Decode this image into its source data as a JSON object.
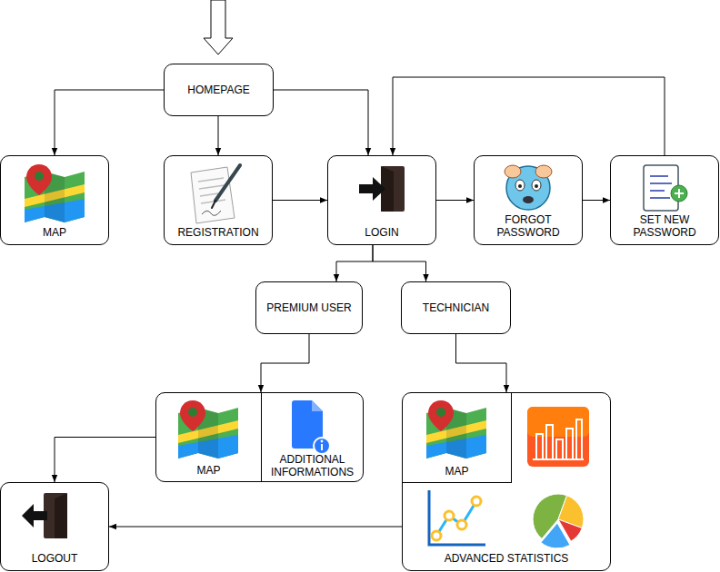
{
  "diagram": {
    "nodes": [
      {
        "text": [
          "HOMEPAGE"
        ]
      },
      {
        "text": [
          "MAP"
        ]
      },
      {
        "text": [
          "REGISTRATION"
        ]
      },
      {
        "text": [
          "LOGIN"
        ]
      },
      {
        "text": [
          "FORGOT PASSWORD"
        ]
      },
      {
        "text": [
          "SET NEW PASSWORD"
        ]
      },
      {
        "text": [
          "PREMIUM USER"
        ]
      },
      {
        "text": [
          "TECHNICIAN"
        ]
      },
      {
        "text": [
          "ADDITIONAL INFORMATIONS"
        ]
      },
      {
        "text": [
          "MAP"
        ],
        "in": 8
      },
      {
        "text": [
          "ADVANCED STATISTICS"
        ]
      },
      {
        "text": [
          "MAP"
        ],
        "in": 10
      },
      {
        "text": [
          "LOGOUT"
        ]
      }
    ],
    "edges": [
      {
        "from": 0,
        "to": 1,
        "arrow": "to"
      },
      {
        "from": 0,
        "to": 2,
        "arrow": "to"
      },
      {
        "from": 0,
        "to": 3,
        "arrow": "to"
      },
      {
        "from": 2,
        "to": 3,
        "arrow": "to"
      },
      {
        "from": 3,
        "to": 4,
        "arrow": "to"
      },
      {
        "from": 4,
        "to": 5,
        "arrow": "to"
      },
      {
        "from": 5,
        "to": 3,
        "arrow": "to"
      },
      {
        "from": 3,
        "to": 6,
        "arrow": "to"
      },
      {
        "from": 3,
        "to": 7,
        "arrow": "to"
      },
      {
        "from": 6,
        "to": 8,
        "arrow": "to"
      },
      {
        "from": 7,
        "to": 10,
        "arrow": "to"
      },
      {
        "from": 8,
        "to": 12,
        "arrow": "to"
      },
      {
        "from": 10,
        "to": 12,
        "arrow": "to"
      }
    ]
  }
}
